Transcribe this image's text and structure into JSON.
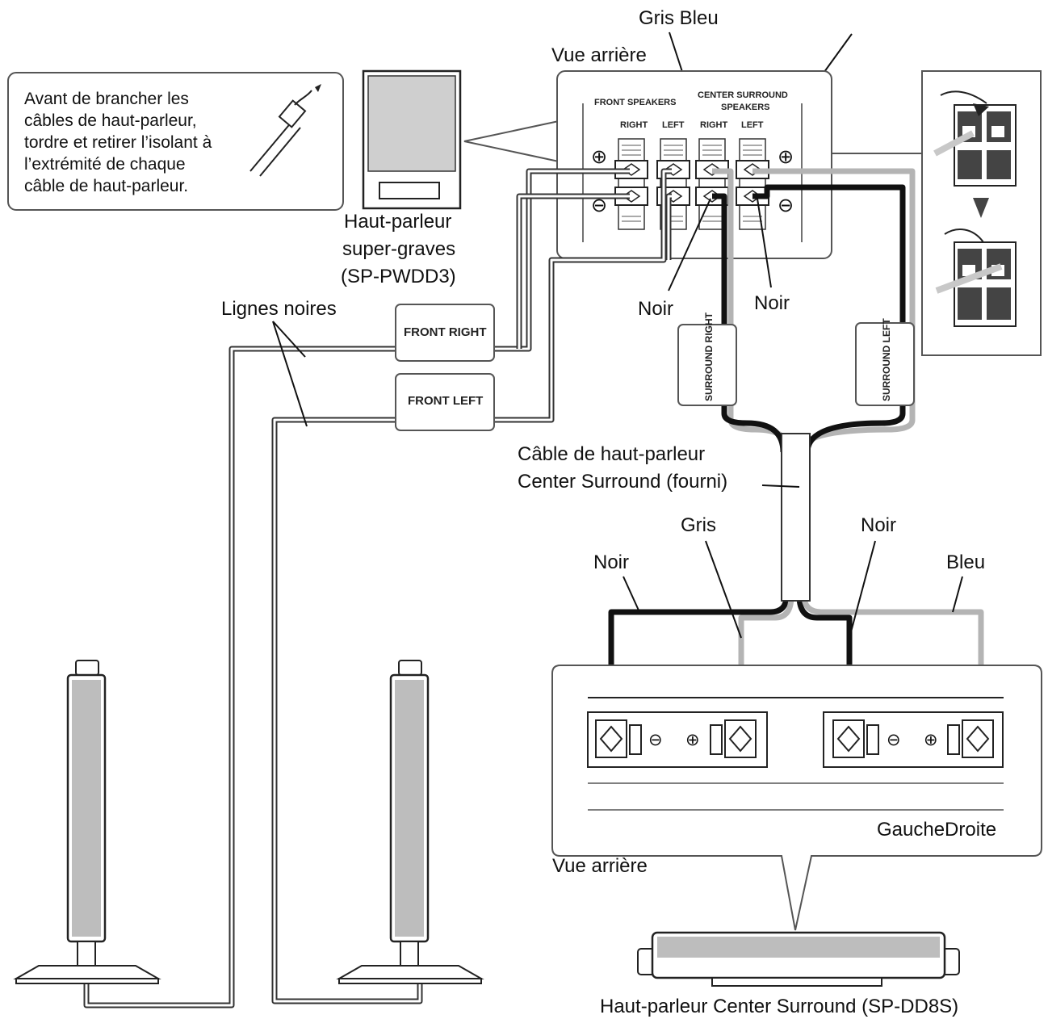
{
  "labels": {
    "gris_bleu_top": "Gris Bleu",
    "vue_arriere_top": "Vue arrière",
    "note": [
      "Avant de brancher les",
      "câbles de haut-parleur,",
      "tordre et retirer l’isolant à",
      "l’extrémité de chaque",
      "câble de haut-parleur."
    ],
    "subwoofer": [
      "Haut-parleur",
      "super-graves",
      "(SP-PWDD3)"
    ],
    "lignes_noires": "Lignes noires",
    "noir_left": "Noir",
    "noir_right": "Noir",
    "cable_center": [
      "Câble de haut-parleur",
      "Center Surround (fourni)"
    ],
    "gris_mid": "Gris",
    "noir_mid": "Noir",
    "noir_bottom_left": "Noir",
    "bleu_bottom": "Bleu",
    "gauche_droite": "GaucheDroite",
    "vue_arriere_bottom": "Vue arrière",
    "center_speaker": "Haut-parleur Center Surround (SP-DD8S)"
  },
  "panel": {
    "front_speakers": "FRONT SPEAKERS",
    "center_surround": "CENTER SURROUND",
    "speakers": "SPEAKERS",
    "right_1": "RIGHT",
    "left_1": "LEFT",
    "right_2": "RIGHT",
    "left_2": "LEFT",
    "plus": "⊕",
    "minus": "⊖"
  },
  "tags": {
    "front_right": "FRONT RIGHT",
    "front_left": "FRONT LEFT",
    "surround_right": "SURROUND RIGHT",
    "surround_left": "SURROUND LEFT"
  },
  "colors": {
    "gray_wire": "#b4b4b4",
    "black_wire": "#111111",
    "speaker_fill": "#bdbdbd"
  }
}
